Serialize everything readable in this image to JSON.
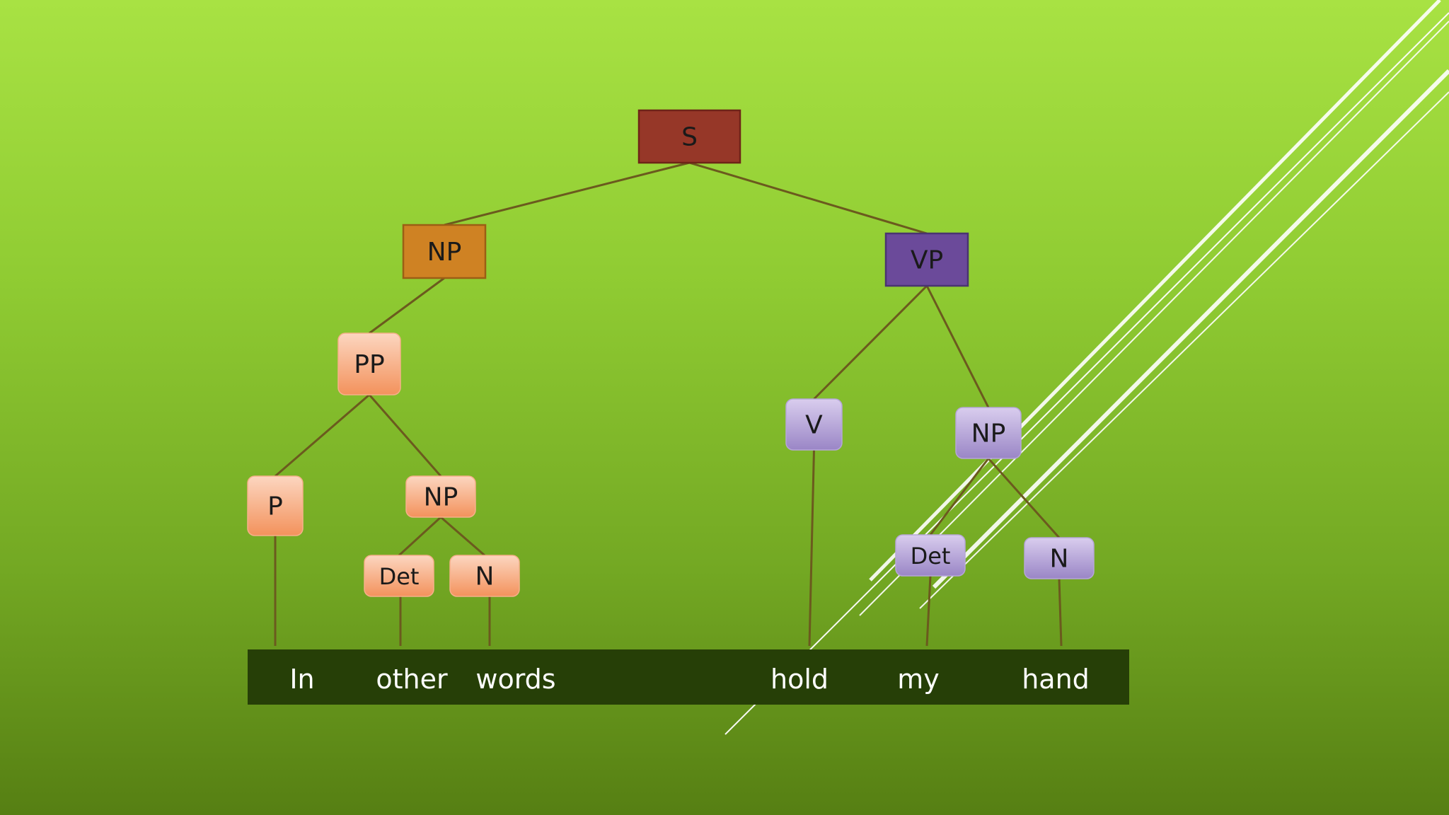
{
  "diagram": {
    "nodes": [
      {
        "id": "s",
        "label": "S",
        "style": "sq-red"
      },
      {
        "id": "np1",
        "label": "NP",
        "style": "sq-orange"
      },
      {
        "id": "vp",
        "label": "VP",
        "style": "sq-purple"
      },
      {
        "id": "pp",
        "label": "PP",
        "style": "rd-peach"
      },
      {
        "id": "p",
        "label": "P",
        "style": "rd-peach"
      },
      {
        "id": "np2",
        "label": "NP",
        "style": "rd-peach"
      },
      {
        "id": "det1",
        "label": "Det",
        "style": "rd-peach"
      },
      {
        "id": "n1",
        "label": "N",
        "style": "rd-peach"
      },
      {
        "id": "v",
        "label": "V",
        "style": "rd-lav"
      },
      {
        "id": "np3",
        "label": "NP",
        "style": "rd-lav"
      },
      {
        "id": "det2",
        "label": "Det",
        "style": "rd-lav"
      },
      {
        "id": "n2",
        "label": "N",
        "style": "rd-lav"
      }
    ],
    "words": [
      {
        "id": "in",
        "text": "In"
      },
      {
        "id": "other",
        "text": "other"
      },
      {
        "id": "words",
        "text": "words"
      },
      {
        "id": "hold",
        "text": "hold"
      },
      {
        "id": "my",
        "text": "my"
      },
      {
        "id": "hand",
        "text": "hand"
      }
    ],
    "edges": [
      [
        "s",
        "np1"
      ],
      [
        "s",
        "vp"
      ],
      [
        "np1",
        "pp"
      ],
      [
        "pp",
        "p"
      ],
      [
        "pp",
        "np2"
      ],
      [
        "np2",
        "det1"
      ],
      [
        "np2",
        "n1"
      ],
      [
        "vp",
        "v"
      ],
      [
        "vp",
        "np3"
      ],
      [
        "np3",
        "det2"
      ],
      [
        "np3",
        "n2"
      ],
      [
        "p",
        "word:in"
      ],
      [
        "det1",
        "word:other"
      ],
      [
        "n1",
        "word:words"
      ],
      [
        "v",
        "word:hold"
      ],
      [
        "det2",
        "word:my"
      ],
      [
        "n2",
        "word:hand"
      ]
    ],
    "colors": {
      "sq-red": {
        "fill": "#963728",
        "stroke": "#6e2417"
      },
      "sq-orange": {
        "fill": "#cf8223",
        "stroke": "#9c5e14"
      },
      "sq-purple": {
        "fill": "#6b4a9a",
        "stroke": "#4a3470"
      },
      "rd-peach": {
        "top": "#fcd6c0",
        "bottom": "#f3925c"
      },
      "rd-lav": {
        "top": "#d9cdee",
        "bottom": "#9a86c6"
      },
      "edge": "#6b5a1e",
      "word_bar": "#263f07",
      "accent_lines": "#ffffff"
    }
  }
}
